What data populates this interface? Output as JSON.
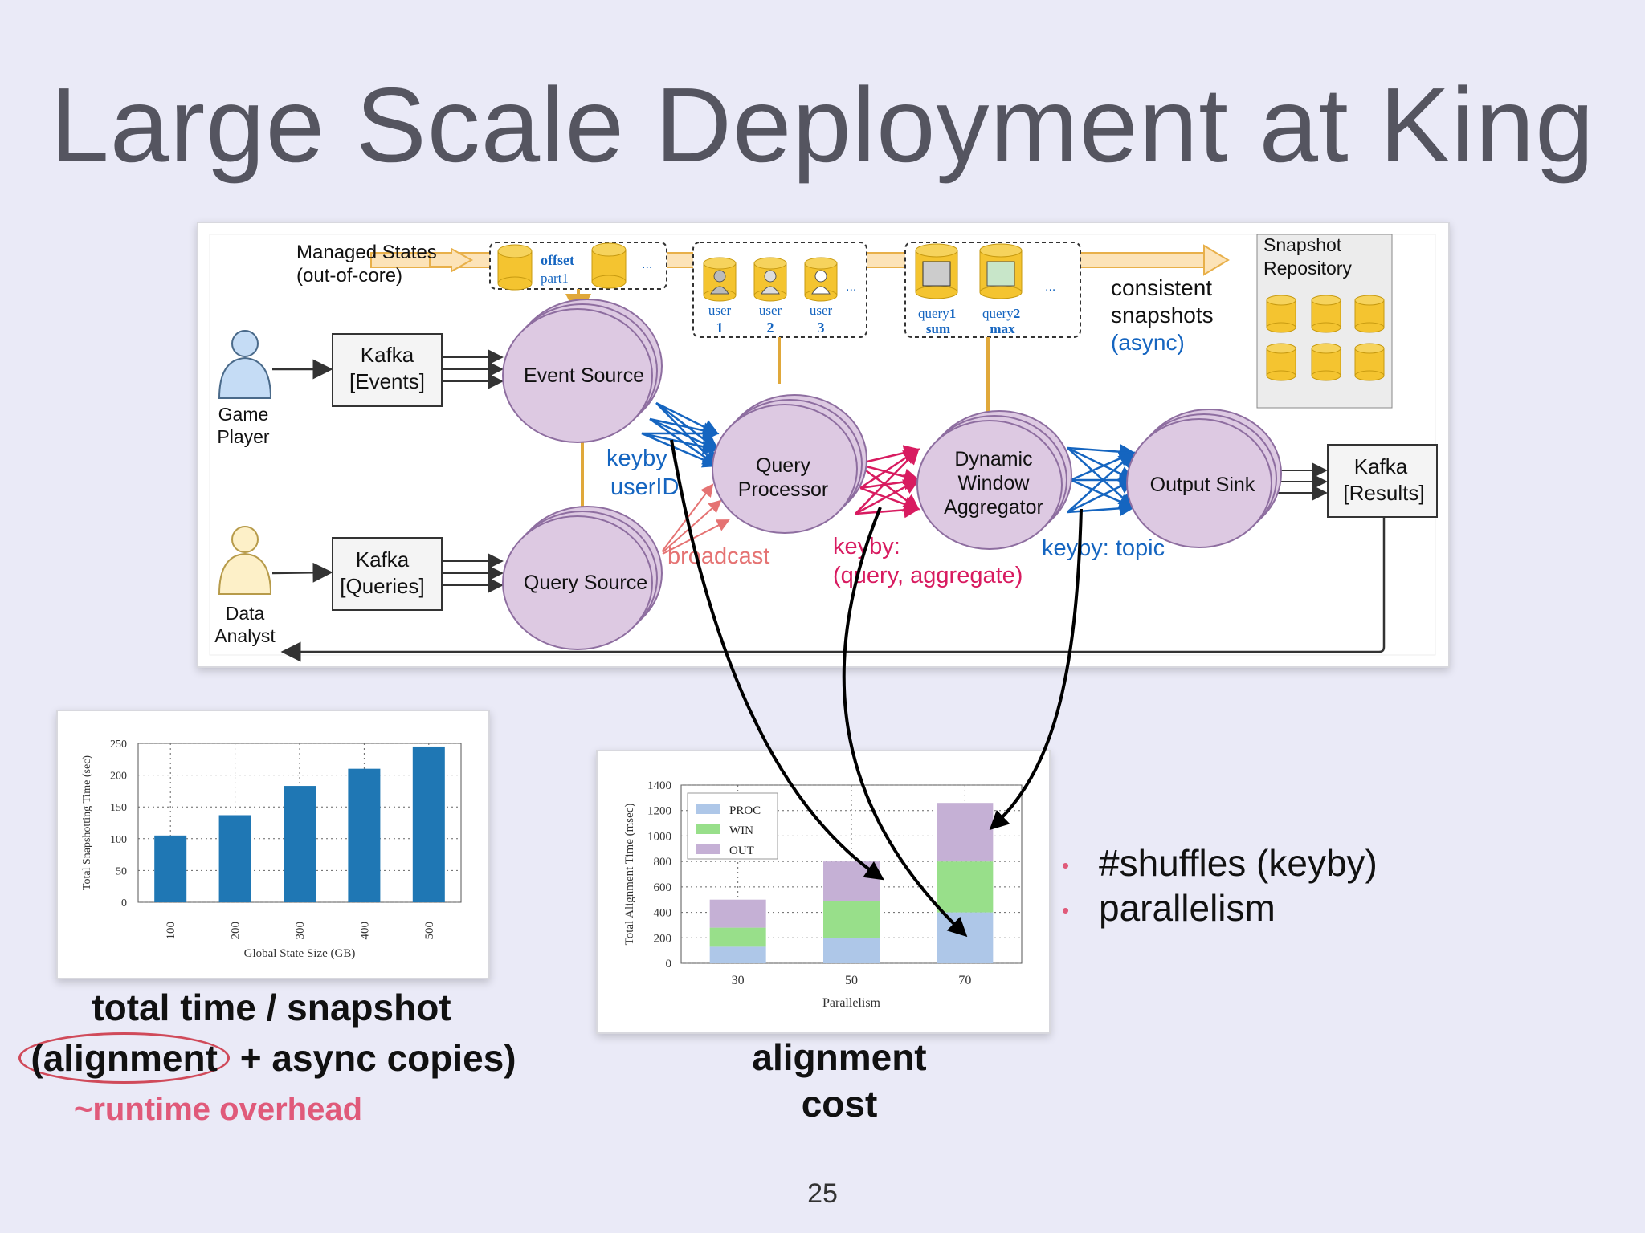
{
  "slide": {
    "title": "Large Scale Deployment at King",
    "page_number": "25"
  },
  "diagram": {
    "managed_states": "Managed States",
    "out_of_core": "(out-of-core)",
    "offset": "offset",
    "part1": "part1",
    "ellipsis": "...",
    "user_label": "user",
    "user_nums": [
      "1",
      "2",
      "3"
    ],
    "query1_a": "query",
    "query1_b": "1",
    "query1_c": "sum",
    "query2_a": "query",
    "query2_b": "2",
    "query2_c": "max",
    "snapshot_repo_1": "Snapshot",
    "snapshot_repo_2": "Repository",
    "consistent_1": "consistent",
    "consistent_2": "snapshots",
    "consistent_3": "(async)",
    "game_player_1": "Game",
    "game_player_2": "Player",
    "data_analyst_1": "Data",
    "data_analyst_2": "Analyst",
    "kafka_events_1": "Kafka",
    "kafka_events_2": "[Events]",
    "kafka_queries_1": "Kafka",
    "kafka_queries_2": "[Queries]",
    "kafka_results_1": "Kafka",
    "kafka_results_2": "[Results]",
    "event_source": "Event Source",
    "query_source": "Query Source",
    "query_processor_1": "Query",
    "query_processor_2": "Processor",
    "dwa_1": "Dynamic",
    "dwa_2": "Window",
    "dwa_3": "Aggregator",
    "output_sink": "Output Sink",
    "keyby_user_1": "keyby",
    "keyby_user_2": "userID",
    "broadcast": "broadcast",
    "keyby_qa_1": "keyby:",
    "keyby_qa_2": "(query, aggregate)",
    "keyby_topic": "keyby: topic",
    "colors": {
      "node": "#ddc9e2",
      "node_stroke": "#8e6ea0",
      "blue": "#1565c0",
      "magenta": "#d81b60",
      "orange_arrow": "#e8b04a",
      "gold": "#f4c430"
    }
  },
  "chart_left": {
    "caption_1": "total time / snapshot",
    "caption_2a": "(alignment",
    "caption_2b": " + async copies)",
    "overhead": "~runtime overhead"
  },
  "chart_right": {
    "caption_1": "alignment",
    "caption_2": "cost"
  },
  "bullets": [
    "#shuffles (keyby)",
    "parallelism"
  ],
  "chart_data": [
    {
      "type": "bar",
      "categories": [
        "100",
        "200",
        "300",
        "400",
        "500"
      ],
      "values": [
        105,
        137,
        183,
        210,
        245
      ],
      "xlabel": "Global State Size (GB)",
      "ylabel": "Total Snapshotting Time (sec)",
      "ylim": [
        0,
        250
      ],
      "yticks": [
        "0",
        "50",
        "100",
        "150",
        "200",
        "250"
      ],
      "color": "#1f77b4",
      "grid": true
    },
    {
      "type": "bar",
      "stacked": true,
      "categories": [
        "30",
        "50",
        "70"
      ],
      "series": [
        {
          "name": "PROC",
          "values": [
            130,
            200,
            400
          ],
          "color": "#aec7e8"
        },
        {
          "name": "WIN",
          "values": [
            150,
            290,
            400
          ],
          "color": "#98df8a"
        },
        {
          "name": "OUT",
          "values": [
            220,
            310,
            460
          ],
          "color": "#c5b0d5"
        }
      ],
      "xlabel": "Parallelism",
      "ylabel": "Total Alignment Time (msec)",
      "ylim": [
        0,
        1400
      ],
      "yticks": [
        "0",
        "200",
        "400",
        "600",
        "800",
        "1000",
        "1200",
        "1400"
      ],
      "legend": "top-left",
      "grid": true
    }
  ]
}
